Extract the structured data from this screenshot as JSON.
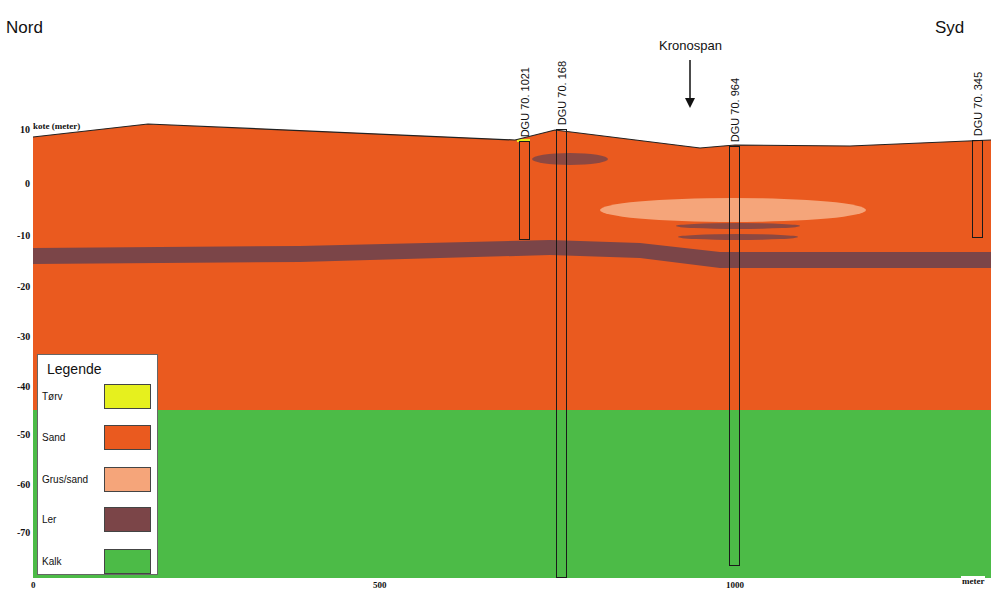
{
  "diagram": {
    "nodes": [
      {
        "text": [
          "DGU 70. 1021"
        ]
      },
      {
        "text": [
          "DGU 70. 168"
        ]
      },
      {
        "text": [
          "DGU 70. 964"
        ]
      },
      {
        "text": [
          "DGU 70. 345"
        ]
      }
    ],
    "labels": [
      "Nord",
      "Syd",
      "Kronospan",
      "kote (meter)",
      "10",
      "0",
      "-10",
      "-20",
      "-30",
      "-40",
      "-50",
      "-60",
      "-70",
      "0",
      "500",
      "1000",
      "meter",
      "Legende"
    ],
    "legend": [
      {
        "text": "Tørv",
        "color": "#e6f01e"
      },
      {
        "text": "Sand",
        "color": "#ea5a1f"
      },
      {
        "text": "Grus/sand",
        "color": "#f5a57a"
      },
      {
        "text": "Ler",
        "color": "#7b4548"
      },
      {
        "text": "Kalk",
        "color": "#4cbb47"
      }
    ]
  }
}
